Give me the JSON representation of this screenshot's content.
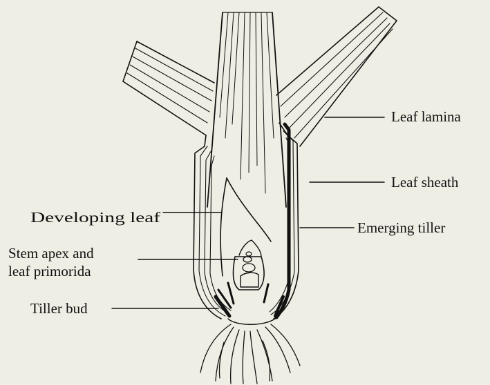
{
  "figure": {
    "background": "#efeee4",
    "ink": "#111111",
    "labels": {
      "leaf_lamina": "Leaf lamina",
      "leaf_sheath": "Leaf sheath",
      "developing_leaf": "Developing leaf",
      "emerging_tiller": "Emerging tiller",
      "stem_apex_line1": "Stem apex and",
      "stem_apex_line2": "leaf primorida",
      "tiller_bud": "Tiller bud"
    }
  }
}
